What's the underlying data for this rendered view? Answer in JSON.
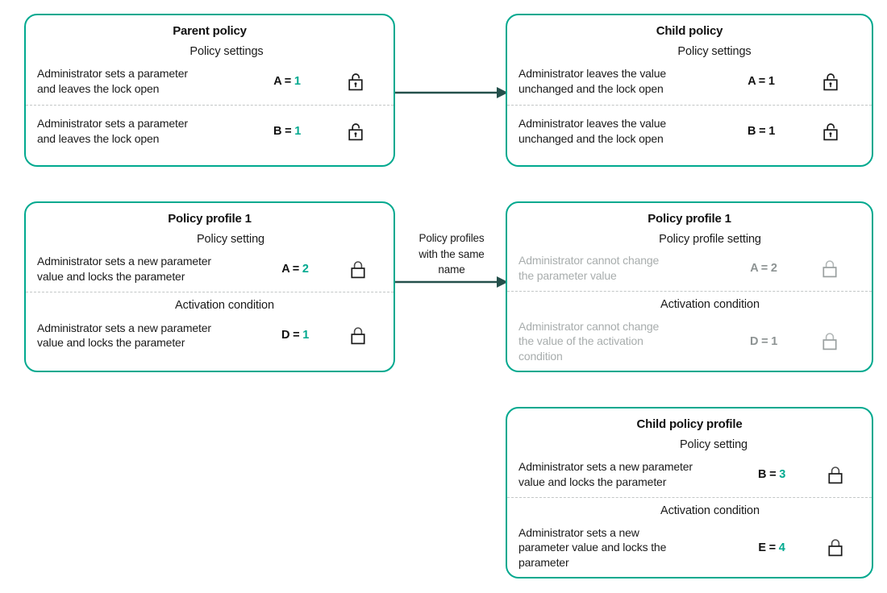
{
  "theme": {
    "card_border": "#00a98f",
    "accent_value": "#00a98f",
    "arrow": "#24504b",
    "text": "#1a1a1a",
    "disabled_text": "#a8adad",
    "divider": "#c3c7c7",
    "background": "#ffffff"
  },
  "cards": {
    "parent_policy": {
      "title": "Parent policy",
      "rows": [
        {
          "column_header": "Policy settings",
          "description": "Administrator sets a parameter\nand leaves the lock open",
          "param": "A",
          "equals": "=",
          "value": "1",
          "lock": "lock-open-icon"
        },
        {
          "column_header": "",
          "description": "Administrator sets a parameter\nand  leaves the lock open",
          "param": "B",
          "equals": "=",
          "value": "1",
          "lock": "lock-open-icon"
        }
      ]
    },
    "child_policy": {
      "title": "Child policy",
      "rows": [
        {
          "column_header": "Policy settings",
          "description": "Administrator leaves the value\nunchanged and the lock open",
          "param": "A",
          "equals": "=",
          "value": "1",
          "lock": "lock-open-icon"
        },
        {
          "column_header": "",
          "description": "Administrator leaves the value\nunchanged and the lock open",
          "param": "B",
          "equals": "=",
          "value": "1",
          "lock": "lock-open-icon"
        }
      ]
    },
    "policy_profile_left": {
      "title": "Policy profile 1",
      "rows": [
        {
          "column_header": "Policy setting",
          "description": "Administrator sets a new parameter\nvalue and locks the parameter",
          "param": "A",
          "equals": "=",
          "value": "2",
          "lock": "lock-closed-icon"
        },
        {
          "column_header": "Activation condition",
          "description": "Administrator sets a new parameter\nvalue and locks the parameter",
          "param": "D",
          "equals": "=",
          "value": "1",
          "lock": "lock-closed-icon"
        }
      ]
    },
    "policy_profile_right": {
      "title": "Policy profile 1",
      "rows": [
        {
          "column_header": "Policy profile setting",
          "description": "Administrator cannot change\nthe parameter value",
          "param": "A",
          "equals": "=",
          "value": "2",
          "lock": "lock-closed-icon"
        },
        {
          "column_header": "Activation condition",
          "description": "Administrator cannot change\nthe value of the activation\ncondition",
          "param": "D",
          "equals": "=",
          "value": "1",
          "lock": "lock-closed-icon"
        }
      ]
    },
    "child_policy_profile": {
      "title": "Child policy profile",
      "rows": [
        {
          "column_header": "Policy setting",
          "description": "Administrator sets a new parameter\n value and locks the parameter",
          "param": "B",
          "equals": "=",
          "value": "3",
          "lock": "lock-closed-icon"
        },
        {
          "column_header": "Activation condition",
          "description": "Administrator sets a new\nparameter value and locks the\nparameter",
          "param": "E",
          "equals": "=",
          "value": "4",
          "lock": "lock-closed-icon"
        }
      ]
    }
  },
  "arrows": {
    "top": {
      "label": ""
    },
    "middle": {
      "label": "Policy profiles\nwith the same\nname"
    }
  }
}
